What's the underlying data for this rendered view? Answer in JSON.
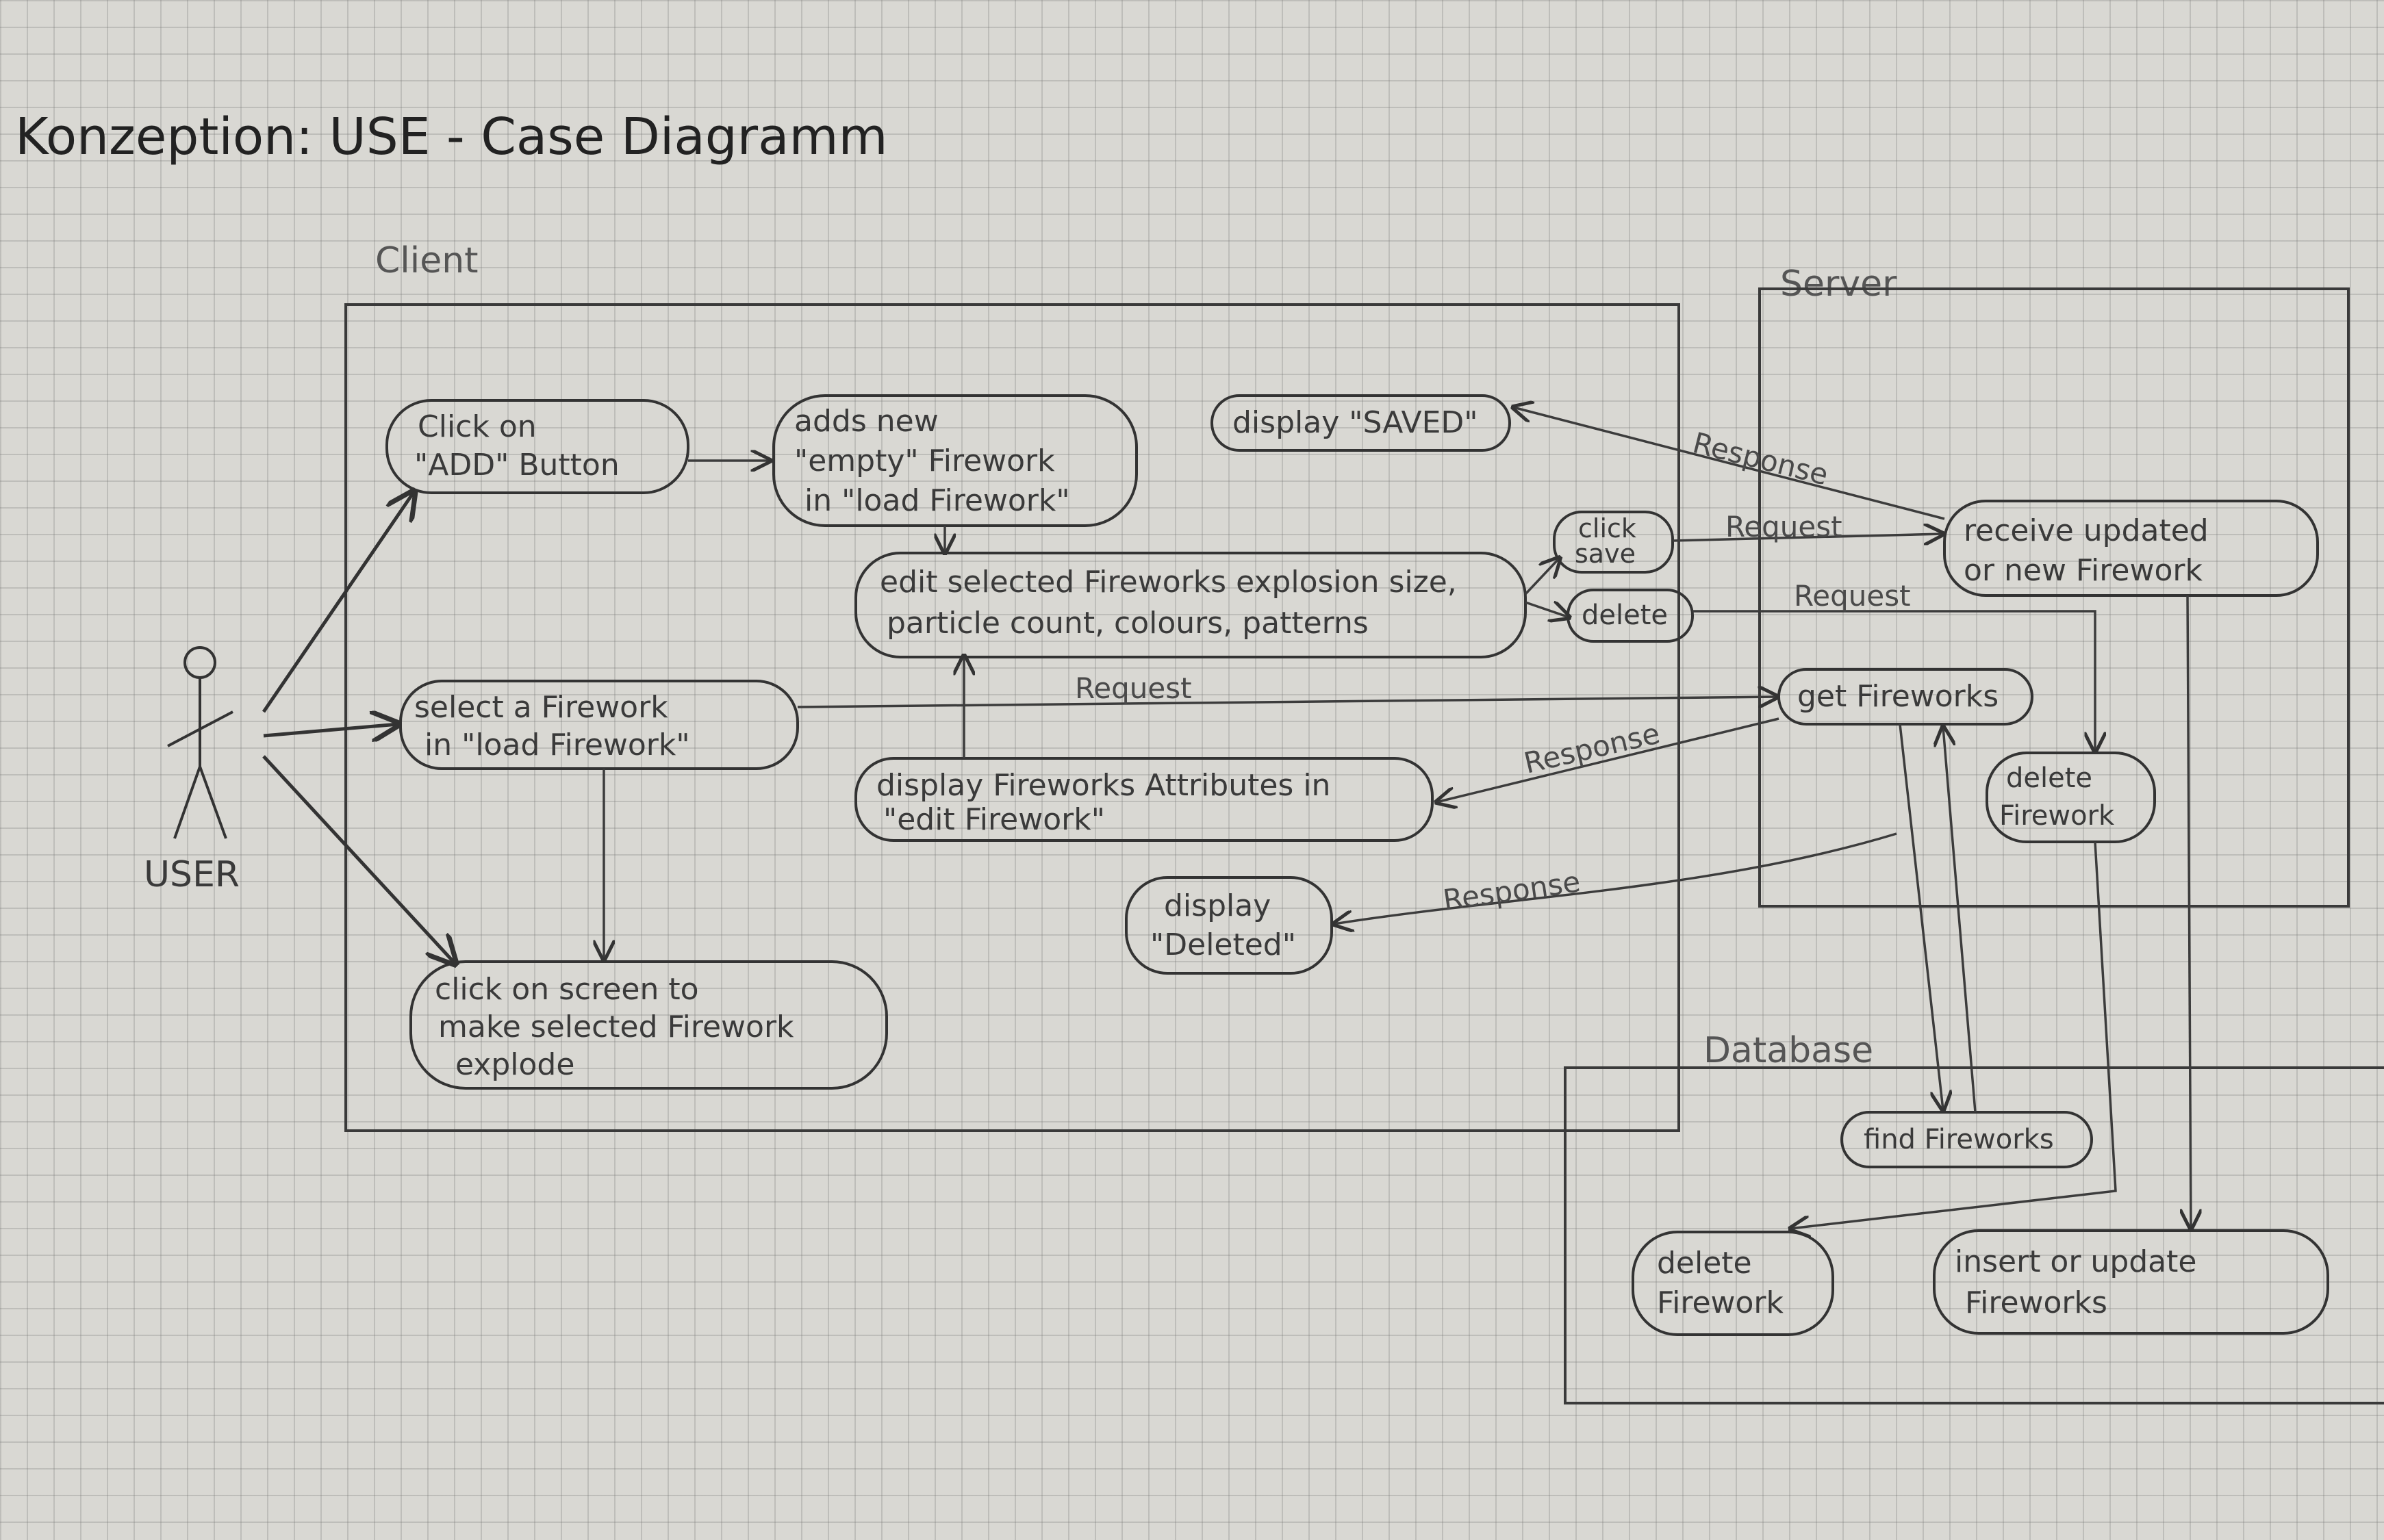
{
  "title": "Konzeption: USE - Case Diagramm",
  "boundaries": {
    "client": "Client",
    "server": "Server",
    "database": "Database"
  },
  "actor": {
    "label": "USER"
  },
  "use_cases": {
    "click_add": [
      "Click on",
      "\"ADD\" Button"
    ],
    "adds_new": [
      "adds new",
      "\"empty\" Firework",
      "in \"load Firework\""
    ],
    "display_saved": [
      "display \"SAVED\""
    ],
    "click_save": [
      "click",
      "save"
    ],
    "edit_selected": [
      "edit selected Fireworks explosion size,",
      "particle count, colours, patterns"
    ],
    "delete_client": [
      "delete"
    ],
    "select_firework": [
      "select a Firework",
      "in \"load Firework\""
    ],
    "display_attributes": [
      "display Fireworks Attributes in",
      "\"edit Firework\""
    ],
    "display_deleted": [
      "display",
      "\"Deleted\""
    ],
    "click_screen": [
      "click on screen to",
      "make selected Firework",
      "explode"
    ],
    "receive_updated": [
      "receive updated",
      "or new Firework"
    ],
    "get_fireworks": [
      "get Fireworks"
    ],
    "delete_server": [
      "delete",
      "Firework"
    ],
    "find_fireworks": [
      "find Fireworks"
    ],
    "delete_db": [
      "delete",
      "Firework"
    ],
    "insert_update": [
      "insert or update",
      "Fireworks"
    ]
  },
  "edge_labels": {
    "response_saved": "Response",
    "request_save": "Request",
    "request_delete": "Request",
    "request_get": "Request",
    "response_get": "Response",
    "response_delete": "Response"
  }
}
